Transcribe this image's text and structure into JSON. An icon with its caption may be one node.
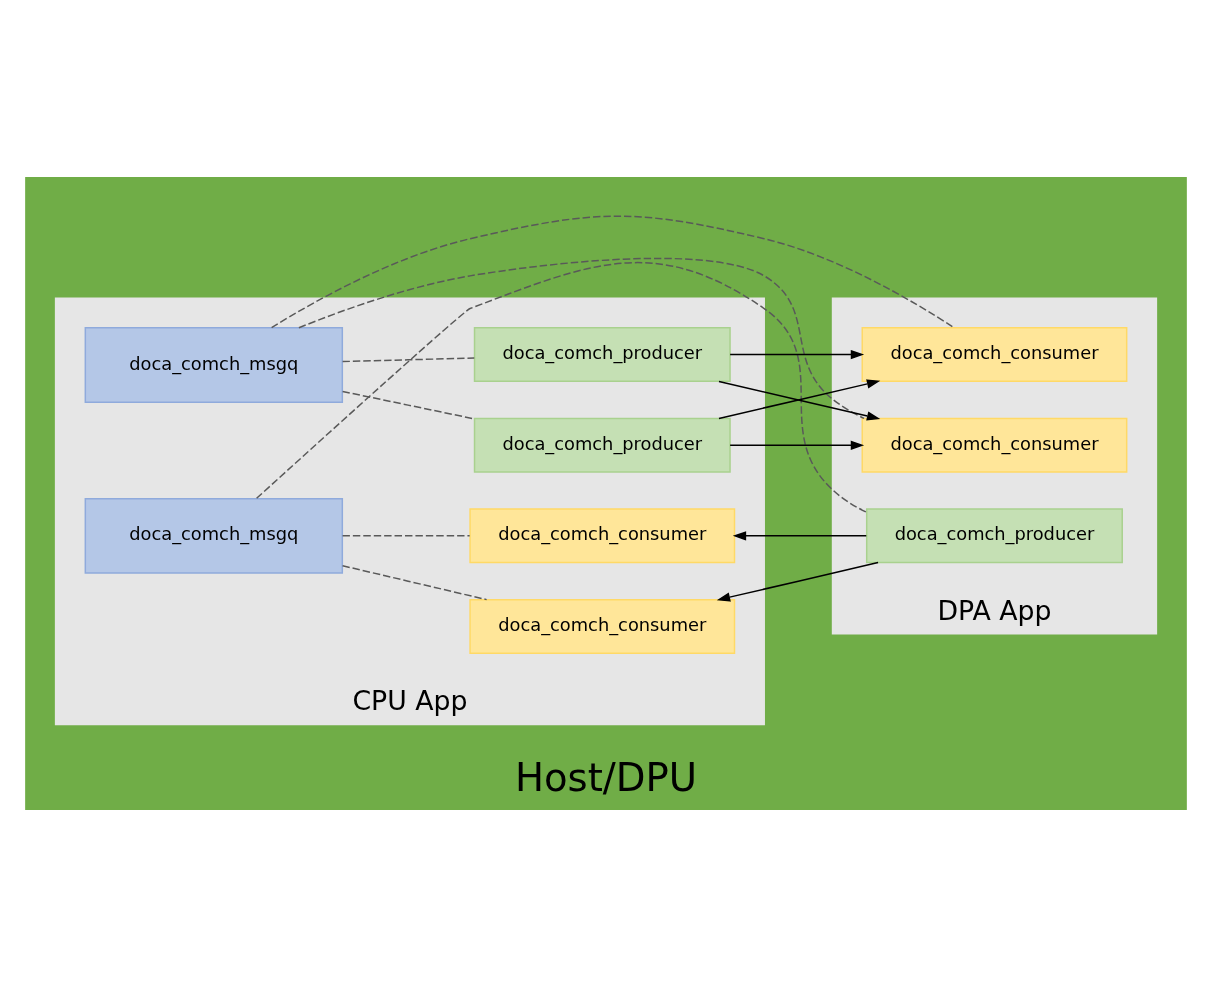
{
  "diagram": {
    "nodes": [
      {
        "text": [
          "Host/DPU"
        ]
      },
      {
        "text": [
          "CPU App"
        ],
        "in": 0
      },
      {
        "text": [
          "DPA App"
        ],
        "in": 0
      },
      {
        "text": [
          "doca_comch_msgq"
        ],
        "in": 1
      },
      {
        "text": [
          "doca_comch_consumer"
        ],
        "in": 1
      },
      {
        "text": [
          "doca_comch_consumer"
        ],
        "in": 1
      },
      {
        "text": [
          "doca_comch_producer"
        ],
        "in": 2
      },
      {
        "text": [
          "doca_comch_msgq"
        ],
        "in": 1
      },
      {
        "text": [
          "doca_comch_producer"
        ],
        "in": 1
      },
      {
        "text": [
          "doca_comch_producer"
        ],
        "in": 1
      },
      {
        "text": [
          "doca_comch_consumer"
        ],
        "in": 2
      },
      {
        "text": [
          "doca_comch_consumer"
        ],
        "in": 2
      }
    ],
    "edges": [
      {
        "from": 3,
        "to": 4,
        "arrow": "none",
        "style": "dashed",
        "color": "#595959"
      },
      {
        "from": 3,
        "to": 5,
        "arrow": "none",
        "style": "dashed",
        "color": "#595959"
      },
      {
        "from": 3,
        "to": 6,
        "arrow": "none",
        "style": "dashed",
        "color": "#595959"
      },
      {
        "from": 6,
        "to": 4,
        "arrow": "to"
      },
      {
        "from": 6,
        "to": 5,
        "arrow": "to"
      },
      {
        "from": 7,
        "to": 8,
        "arrow": "none",
        "style": "dashed",
        "color": "#595959"
      },
      {
        "from": 7,
        "to": 9,
        "arrow": "none",
        "style": "dashed",
        "color": "#595959"
      },
      {
        "from": 7,
        "to": 10,
        "arrow": "none",
        "style": "dashed",
        "color": "#595959"
      },
      {
        "from": 7,
        "to": 11,
        "arrow": "none",
        "style": "dashed",
        "color": "#595959"
      },
      {
        "from": 8,
        "to": 10,
        "arrow": "to"
      },
      {
        "from": 8,
        "to": 11,
        "arrow": "to"
      },
      {
        "from": 9,
        "to": 10,
        "arrow": "to"
      },
      {
        "from": 9,
        "to": 11,
        "arrow": "to"
      }
    ]
  }
}
